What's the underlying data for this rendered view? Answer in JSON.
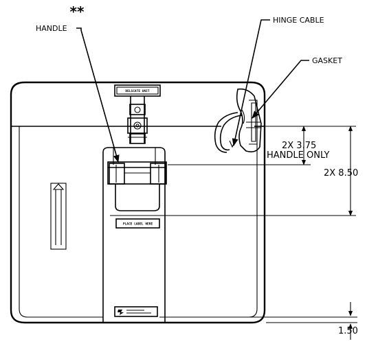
{
  "callouts": {
    "asterisks": "**",
    "handle": "HANDLE",
    "hinge_cable": "HINGE CABLE",
    "gasket": "GASKET"
  },
  "dimensions": {
    "handle_only_value": "2X 3.75",
    "handle_only_note": "HANDLE ONLY",
    "height": "2X 8.50",
    "bottom_offset": "1.50"
  },
  "plates": {
    "latch_plate": "DELSCATE UNIT",
    "label_area": "PLACE LABEL HERE"
  }
}
